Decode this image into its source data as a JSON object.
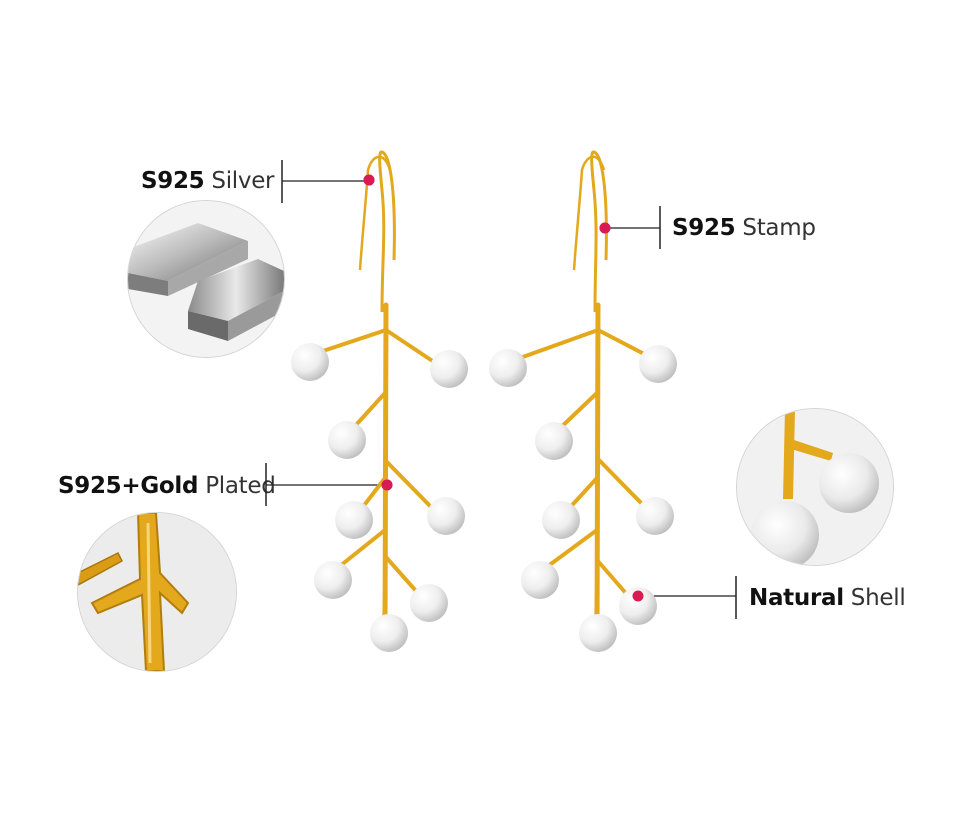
{
  "labels": {
    "silver": {
      "bold": "S925",
      "rest": " Silver"
    },
    "stamp": {
      "bold": "S925",
      "rest": " Stamp"
    },
    "plated": {
      "bold": "S925+Gold",
      "rest": " Plated"
    },
    "shell": {
      "bold": "Natural",
      "rest": " Shell"
    }
  },
  "colors": {
    "accent": "#d81b52",
    "gold": "#e8b020",
    "gold_dark": "#b8850f",
    "pearl": "#f4f4f4",
    "line": "#222222"
  },
  "images": {
    "silver_bars": "silver-bars-image",
    "gold_branch_closeup": "gold-branch-closeup-image",
    "pearl_closeup": "pearl-closeup-image",
    "earring_left": "earring-left-image",
    "earring_right": "earring-right-image"
  }
}
